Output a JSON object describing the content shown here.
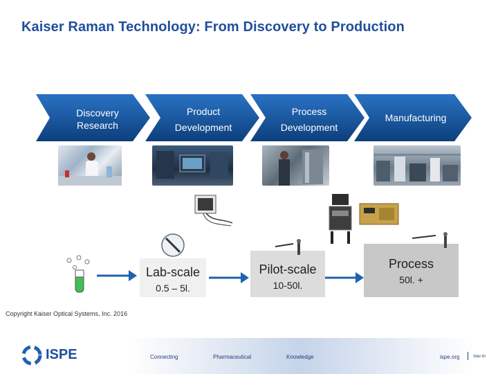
{
  "slide": {
    "title": "Kaiser Raman Technology: From Discovery to Production",
    "copyright": "Copyright Kaiser Optical Systems, Inc. 2016"
  },
  "stages": [
    {
      "line1": "Discovery",
      "line2": "Research"
    },
    {
      "line1": "Product",
      "line2": "Development"
    },
    {
      "line1": "Process",
      "line2": "Development"
    },
    {
      "line1": "Manufacturing",
      "line2": ""
    }
  ],
  "scales": [
    {
      "main": "Lab-scale",
      "sub": "0.5 – 5l."
    },
    {
      "main": "Pilot-scale",
      "sub": "10-50l."
    },
    {
      "main": "Process",
      "sub": "50l. +"
    }
  ],
  "footer": {
    "logo": "ISPE",
    "links": [
      "Connecting",
      "Pharmaceutical",
      "Knowledge"
    ],
    "site": "ispe.org",
    "slide_no": "Slide 60"
  },
  "colors": {
    "title": "#1f4e9c",
    "chevron_dark": "#0d3f7c",
    "chevron_light": "#2a72c4",
    "arrow": "#1e62b0",
    "box_gray": "#cfcfcf"
  }
}
